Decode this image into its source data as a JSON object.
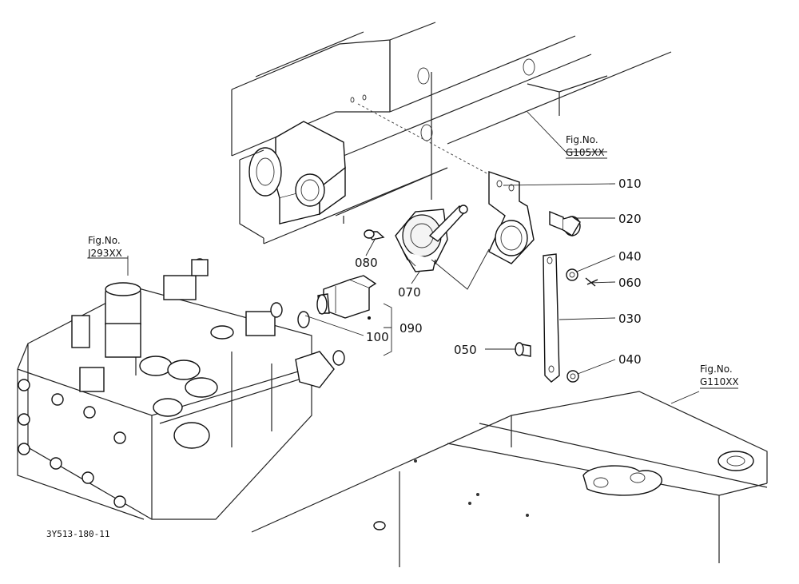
{
  "diagram_code": "3Y513-180-11",
  "references": [
    {
      "id": "ref-g105",
      "line1": "Fig.No.",
      "line2": "G105XX"
    },
    {
      "id": "ref-j293",
      "line1": "Fig.No.",
      "line2": "J293XX"
    },
    {
      "id": "ref-g110",
      "line1": "Fig.No.",
      "line2": "G110XX"
    }
  ],
  "callouts": {
    "c010": "010",
    "c020": "020",
    "c030": "030",
    "c040a": "040",
    "c040b": "040",
    "c050": "050",
    "c060": "060",
    "c070": "070",
    "c080": "080",
    "c090": "090",
    "c100": "100"
  }
}
